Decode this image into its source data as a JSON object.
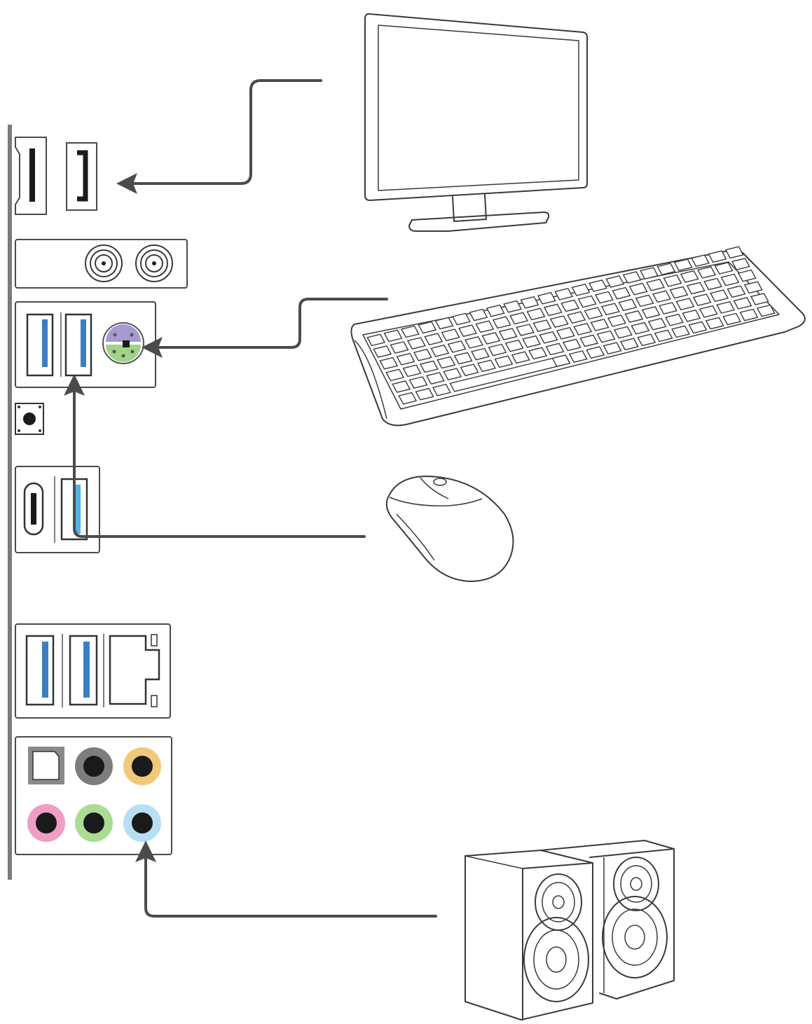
{
  "colors": {
    "line": "#4b4b4b",
    "usb_blue": "#3a7fc4",
    "usb_c_light_blue": "#4fb3e8",
    "ps2_purple": "#a79ad0",
    "ps2_green": "#9fd488",
    "audio_gray": "#7d7d7d",
    "audio_orange": "#f2c879",
    "audio_pink": "#ee9ec4",
    "audio_green": "#a9dc94",
    "audio_light_blue": "#b7dff3"
  },
  "devices": [
    "monitor",
    "keyboard",
    "mouse",
    "speakers"
  ],
  "connections": [
    {
      "from": "monitor",
      "to": "hdmi-port"
    },
    {
      "from": "keyboard",
      "to": "ps2-port"
    },
    {
      "from": "mouse",
      "to": "usb-port"
    },
    {
      "from": "speakers",
      "to": "audio-line-out-jack"
    }
  ]
}
